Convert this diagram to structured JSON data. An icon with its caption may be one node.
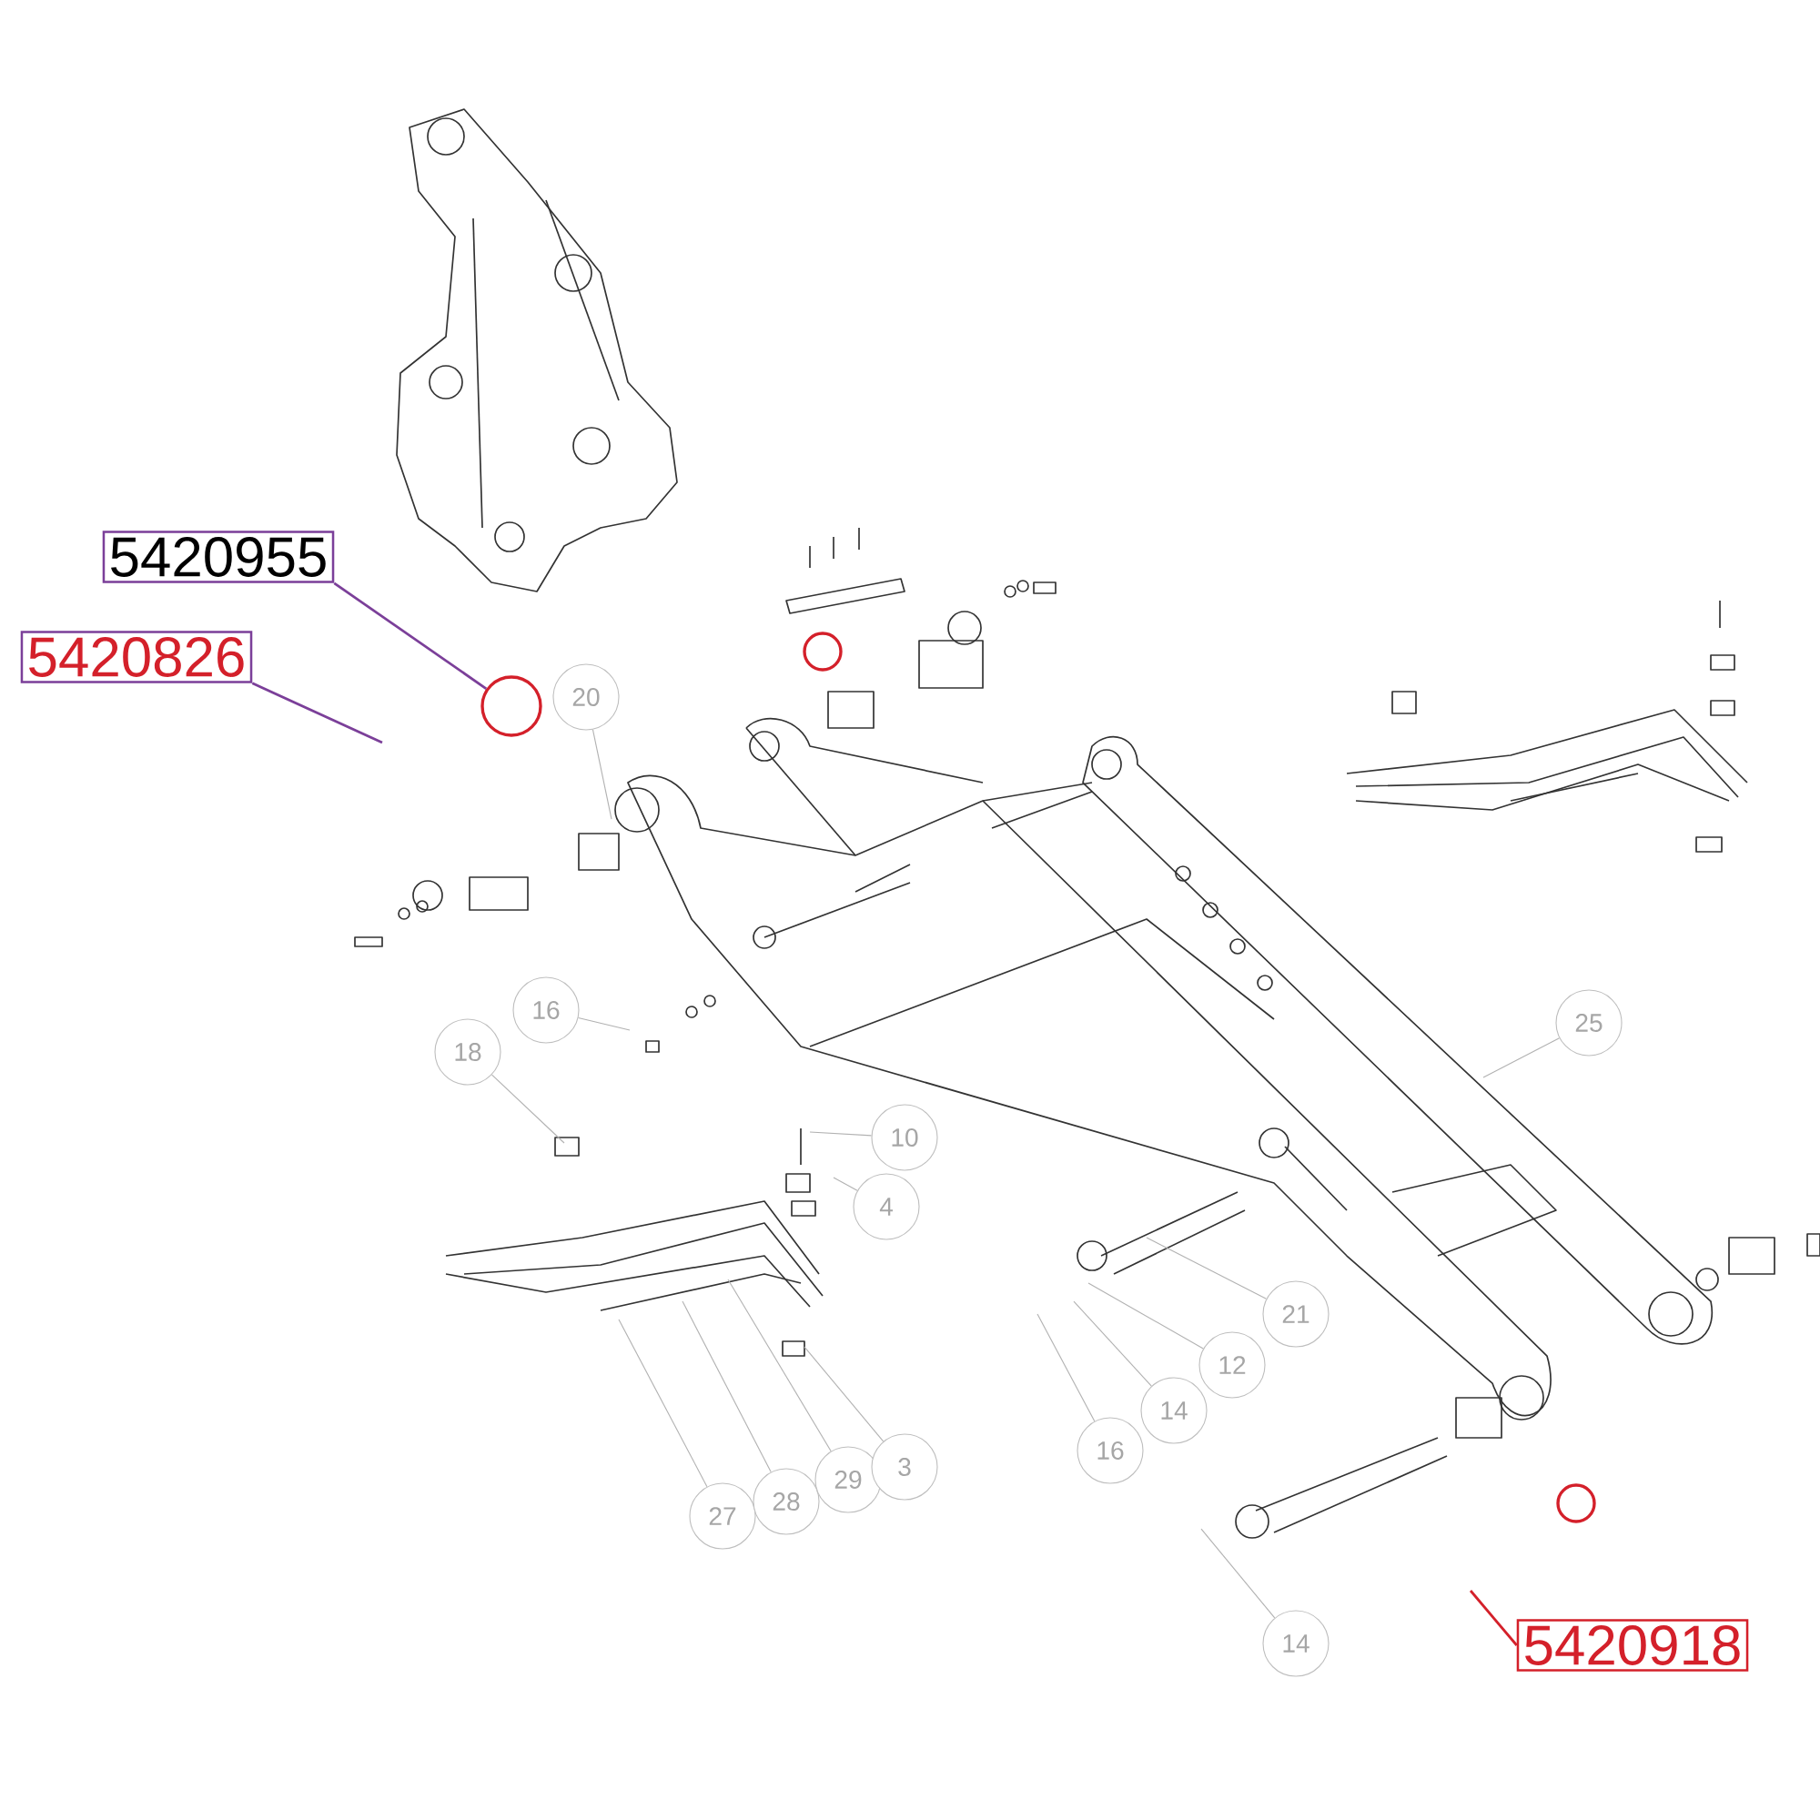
{
  "diagram": {
    "nodes": [
      {
        "text": [
          "5420955"
        ]
      },
      {
        "text": [
          "5420826"
        ]
      },
      {
        "text": [],
        "shape": "circle"
      },
      {
        "text": [
          "5420918"
        ]
      },
      {
        "text": [
          "20"
        ]
      },
      {
        "text": [
          "16"
        ]
      },
      {
        "text": [
          "18"
        ]
      },
      {
        "text": [
          "10"
        ]
      },
      {
        "text": [
          "4"
        ]
      },
      {
        "text": [
          "25"
        ]
      },
      {
        "text": [
          "21"
        ]
      },
      {
        "text": [
          "12"
        ]
      },
      {
        "text": [
          "14"
        ]
      },
      {
        "text": [
          "16"
        ]
      },
      {
        "text": [
          "27"
        ]
      },
      {
        "text": [
          "28"
        ]
      },
      {
        "text": [
          "29"
        ]
      },
      {
        "text": [
          "3"
        ]
      },
      {
        "text": [
          "14"
        ]
      }
    ],
    "edges": [
      {
        "from": 0,
        "to": 2,
        "arrow": "none",
        "color": "#7b3f99"
      },
      {
        "from": 1,
        "to": null,
        "arrow": "none",
        "color": "#7b3f99"
      },
      {
        "from": 3,
        "to": null,
        "arrow": "none",
        "color": "#d4202a"
      },
      {
        "from": 4,
        "to": null,
        "arrow": "none"
      },
      {
        "from": 5,
        "to": null,
        "arrow": "none"
      },
      {
        "from": 6,
        "to": null,
        "arrow": "none"
      },
      {
        "from": 7,
        "to": null,
        "arrow": "none"
      },
      {
        "from": 8,
        "to": null,
        "arrow": "none"
      },
      {
        "from": 9,
        "to": null,
        "arrow": "none"
      },
      {
        "from": 10,
        "to": null,
        "arrow": "none"
      },
      {
        "from": 11,
        "to": null,
        "arrow": "none"
      },
      {
        "from": 12,
        "to": null,
        "arrow": "none"
      },
      {
        "from": 13,
        "to": null,
        "arrow": "none"
      },
      {
        "from": 14,
        "to": null,
        "arrow": "none"
      },
      {
        "from": 15,
        "to": null,
        "arrow": "none"
      },
      {
        "from": 16,
        "to": null,
        "arrow": "none"
      },
      {
        "from": 17,
        "to": null,
        "arrow": "none"
      },
      {
        "from": 18,
        "to": null,
        "arrow": "none"
      }
    ]
  }
}
